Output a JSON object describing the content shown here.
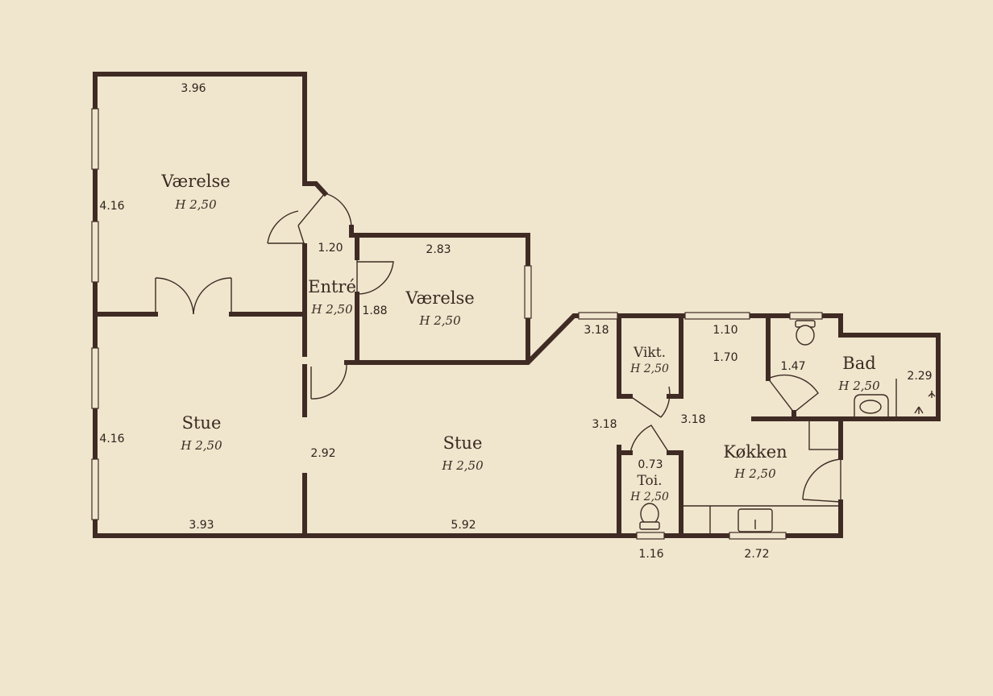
{
  "rooms": {
    "vaerelse_1": {
      "name": "Værelse",
      "height": "H 2,50"
    },
    "vaerelse_2": {
      "name": "Værelse",
      "height": "H 2,50"
    },
    "entre": {
      "name": "Entré",
      "height": "H 2,50"
    },
    "stue_1": {
      "name": "Stue",
      "height": "H 2,50"
    },
    "stue_2": {
      "name": "Stue",
      "height": "H 2,50"
    },
    "vikt": {
      "name": "Vikt.",
      "height": "H 2,50"
    },
    "bad": {
      "name": "Bad",
      "height": "H 2,50"
    },
    "kokken": {
      "name": "Køkken",
      "height": "H 2,50"
    },
    "toi": {
      "name": "Toi.",
      "height": "H 2,50"
    }
  },
  "dimensions": {
    "vaerelse_1_width": "3.96",
    "vaerelse_1_depth": "4.16",
    "stue_1_depth": "4.16",
    "stue_1_width": "3.93",
    "entre_width": "1.20",
    "vaerelse_2_width": "2.83",
    "vaerelse_2_depth": "1.88",
    "stue_2_opening": "2.92",
    "stue_2_width": "5.92",
    "hall_width": "3.18",
    "hall_depth_1": "3.18",
    "hall_depth_2": "3.18",
    "vikt_hall_width": "1.10",
    "vikt_hall_depth": "1.70",
    "bad_width": "1.47",
    "bad_depth": "2.29",
    "toi_width": "0.73",
    "toi_outer_width": "1.16",
    "kokken_width": "2.72"
  }
}
